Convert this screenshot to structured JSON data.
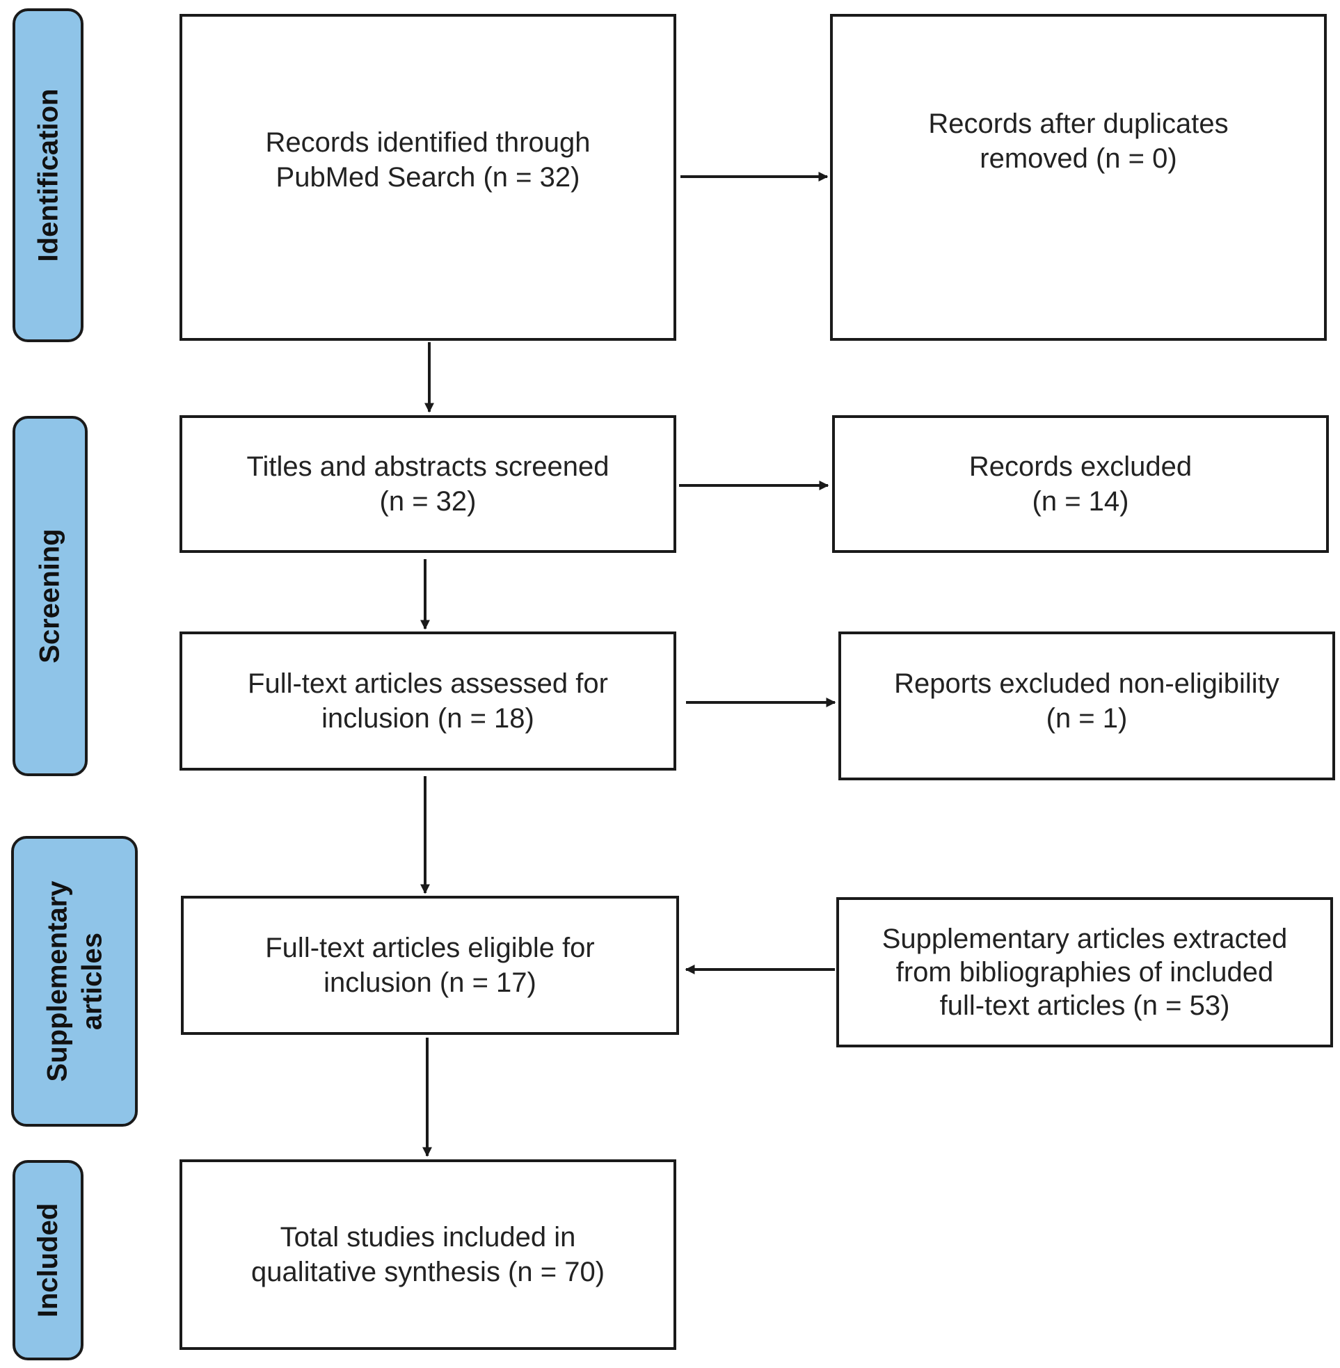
{
  "stages": {
    "identification": "Identification",
    "screening": "Screening",
    "supplementary": "Supplementary\narticles",
    "included": "Included"
  },
  "boxes": {
    "records_identified": "Records identified through\nPubMed Search (n = 32)",
    "duplicates_removed": "Records after duplicates\nremoved  (n = 0)",
    "titles_screened": "Titles and abstracts screened\n(n = 32)",
    "records_excluded": "Records excluded\n(n = 14)",
    "fulltext_assessed": "Full-text articles assessed for\ninclusion (n = 18)",
    "reports_excluded": "Reports excluded non-eligibility\n(n = 1)",
    "fulltext_eligible": "Full-text articles eligible for\ninclusion (n = 17)",
    "supplementary_extracted": "Supplementary articles extracted\nfrom bibliographies of included\nfull-text articles (n = 53)",
    "total_included": "Total studies included in\nqualitative synthesis (n = 70)"
  },
  "colors": {
    "stage_fill": "#8fc4e8",
    "border": "#1a1a1a",
    "text": "#222222"
  }
}
